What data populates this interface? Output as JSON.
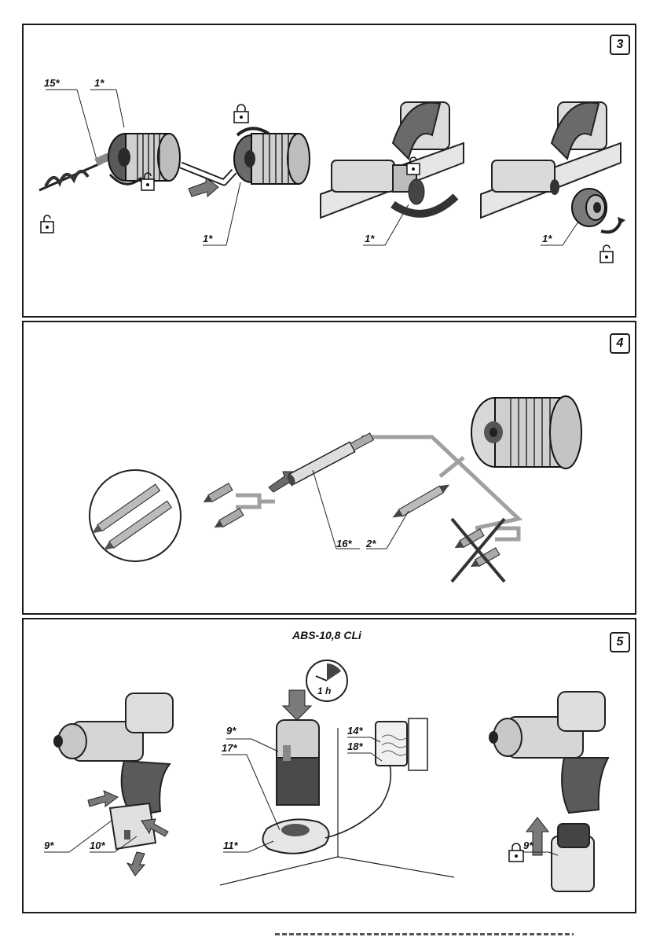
{
  "panels": [
    {
      "number": "3",
      "labels": {
        "l15": "15*",
        "l1a": "1*",
        "l1b": "1*",
        "l1c": "1*",
        "l1d": "1*"
      }
    },
    {
      "number": "4",
      "labels": {
        "l16": "16*",
        "l2": "2*"
      }
    },
    {
      "number": "5",
      "title": "ABS-10,8 CLi",
      "timer": "1 h",
      "labels": {
        "l9a": "9*",
        "l10": "10*",
        "l9b": "9*",
        "l17": "17*",
        "l11": "11*",
        "l14": "14*",
        "l18": "18*",
        "l9c": "9*"
      }
    }
  ],
  "icons": [
    "lock-icon",
    "unlock-icon",
    "arrow-icon",
    "clock-icon",
    "drill-icon",
    "chuck-icon",
    "battery-icon",
    "charger-icon",
    "power-adapter-icon",
    "bit-icon",
    "hex-key-icon"
  ],
  "colors": {
    "line": "#1a1a1a",
    "grey": "#9a9a9a",
    "light": "#d8d8d8",
    "dark": "#4a4a4a"
  }
}
